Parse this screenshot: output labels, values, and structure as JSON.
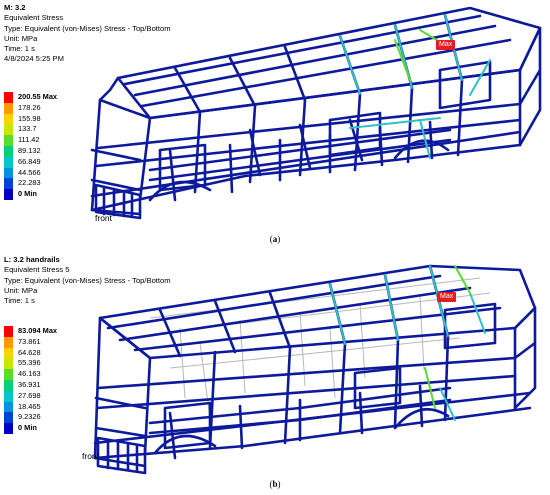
{
  "panel_a": {
    "title": "M: 3.2",
    "subtitle": "Equivalent Stress",
    "type": "Type: Equivalent (von-Mises) Stress - Top/Bottom",
    "unit": "Unit: MPa",
    "time": "Time: 1 s",
    "date": "4/8/2024 5:25 PM",
    "legend": [
      "200.55 Max",
      "178.26",
      "155.98",
      "133.7",
      "111.42",
      "89.132",
      "66.849",
      "44.566",
      "22.283",
      "0 Min"
    ],
    "front_label": "front",
    "max_tag": "Max",
    "caption_letter": "a"
  },
  "panel_b": {
    "title": "L: 3.2 handrails",
    "subtitle": "Equivalent Stress 5",
    "type": "Type: Equivalent (von-Mises) Stress - Top/Bottom",
    "unit": "Unit: MPa",
    "time": "Time: 1 s",
    "legend": [
      "83.094 Max",
      "73.861",
      "64.628",
      "55.396",
      "46.163",
      "36.931",
      "27.698",
      "18.465",
      "9.2326",
      "0 Min"
    ],
    "front_label": "front",
    "max_tag": "Max",
    "caption_letter": "b"
  },
  "legend_colors": [
    "#ff0000",
    "#ff9a00",
    "#ffd200",
    "#c9e800",
    "#5bdc2a",
    "#00d27a",
    "#00c8c8",
    "#0093e0",
    "#0042d8",
    "#0000c8"
  ],
  "frame_color": "#0d1a9c",
  "stress_color": "#2fc0c8",
  "max_color": "#e21d1d"
}
